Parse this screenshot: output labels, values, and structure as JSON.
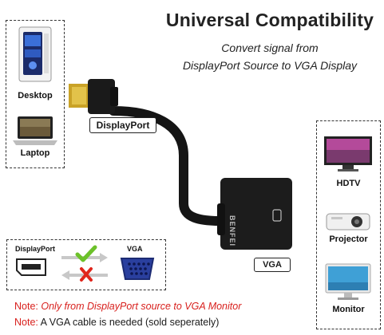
{
  "header": {
    "title": "Universal Compatibility",
    "subtitle_line1": "Convert signal from",
    "subtitle_line2": "DisplayPort Source to VGA Display"
  },
  "sources": [
    {
      "label": "Desktop",
      "icon": "desktop-computer-icon"
    },
    {
      "label": "Laptop",
      "icon": "laptop-icon"
    }
  ],
  "displays": [
    {
      "label": "HDTV",
      "icon": "hdtv-icon"
    },
    {
      "label": "Projector",
      "icon": "projector-icon"
    },
    {
      "label": "Monitor",
      "icon": "monitor-icon"
    }
  ],
  "connectors": {
    "input_label": "DisplayPort",
    "output_label": "VGA",
    "adapter_brand": "BENFEI"
  },
  "direction_diagram": {
    "left_label": "DisplayPort",
    "right_label": "VGA",
    "forward": "check",
    "reverse": "cross"
  },
  "notes": [
    {
      "prefix": "Note:",
      "text": " Only from DisplayPort source to VGA Monitor"
    },
    {
      "prefix": "Note:",
      "text": " A VGA cable is needed (sold seperately)"
    }
  ],
  "colors": {
    "note_red": "#d8201d",
    "check_green": "#6cc12a",
    "cross_red": "#e0251b",
    "vga_blue": "#2a3f9e",
    "cable_black": "#151515"
  }
}
